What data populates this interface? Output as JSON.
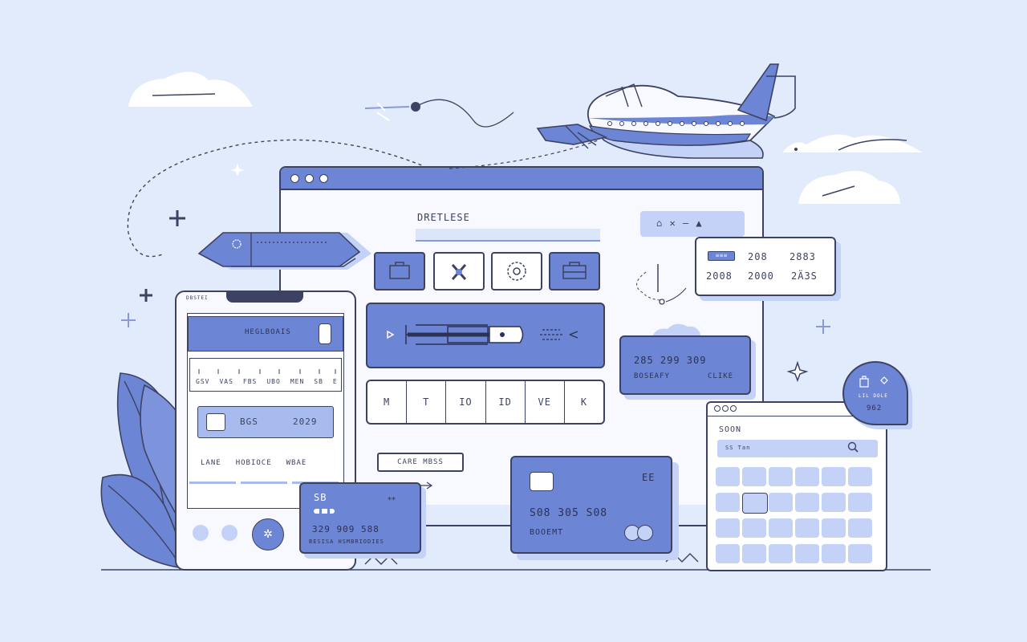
{
  "colors": {
    "background": "#e1ebfb",
    "accent": "#6c85d4",
    "accent_light": "#c3d2f6",
    "outline": "#3d4262",
    "panel": "#f7f9fe"
  },
  "icons": [
    "airplane-icon",
    "cloud-icon",
    "plus-icon",
    "sparkle-icon",
    "suitcase-icon",
    "tools-icon",
    "compass-icon",
    "card-chip-icon",
    "search-icon",
    "leaf-icon",
    "lock-icon"
  ],
  "main": {
    "title": "DRETLESE",
    "toolbar_right": "⌂ ✕ — ▲",
    "bottom_button": "CARE MBSS",
    "letter_boxes": [
      "M",
      "T",
      "IO",
      "ID",
      "VE",
      "K"
    ]
  },
  "floating_card_top": {
    "logo": "≡≡≡",
    "row1": [
      "208",
      "2883"
    ],
    "row2": [
      "2008",
      "2000",
      "2Ä3S"
    ]
  },
  "mid_card": {
    "numbers": "285 299 309",
    "left_label": "BOSEAFY",
    "right_label": "CLIKE"
  },
  "phone": {
    "title": "HEGLBOAIS",
    "status": "DBSTEI",
    "columns": [
      "GSV",
      "VAS",
      "FBS",
      "UBO",
      "MEN",
      "SB",
      "E"
    ],
    "card_num": "BGS",
    "card_year": "2029",
    "footer_items": [
      "LANE",
      "HOBIOCE",
      "WBAE"
    ]
  },
  "small_card": {
    "head": "SB",
    "numbers": "329 909 588",
    "footer": "BESISA HSMBRIODIES"
  },
  "big_card": {
    "corner": "EE",
    "numbers": "S08 305 S08",
    "holder": "BOOEMT"
  },
  "calendar": {
    "title": "SOON",
    "search_label": "SS Tan"
  },
  "badge": {
    "label": "LIL DOLE",
    "value": "962"
  }
}
